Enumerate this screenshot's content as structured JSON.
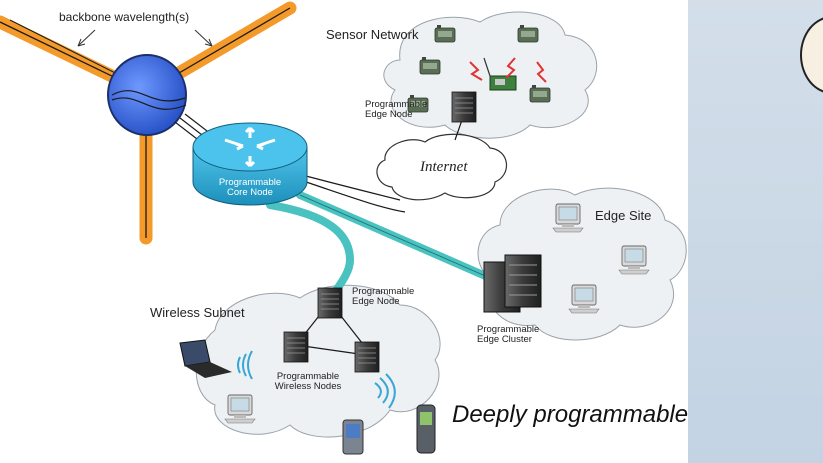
{
  "labels": {
    "backbone": "backbone wavelength(s)",
    "sensor_network": "Sensor Network",
    "sensor_edge_node": "Programmable\nEdge Node",
    "internet": "Internet",
    "core_node": "Programmable\nCore Node",
    "edge_site": "Edge Site",
    "edge_cluster": "Programmable\nEdge Cluster",
    "wireless_subnet": "Wireless Subnet",
    "wireless_edge_node": "Programmable\nEdge Node",
    "wireless_nodes": "Programmable\nWireless Nodes"
  },
  "caption": "Deeply programmable",
  "colors": {
    "backbone_fiber": "#f39a2b",
    "backbone_hub": "#3d6fe0",
    "core_router": "#29a9d6",
    "link_teal": "#49c2c0",
    "cloud_fill": "#eef1f4",
    "panel": "#c9d8e6"
  },
  "icons": [
    "router-icon",
    "server-icon",
    "laptop-icon",
    "pda-icon",
    "phone-icon",
    "sensor-mote-icon",
    "wireless-waves-icon"
  ]
}
